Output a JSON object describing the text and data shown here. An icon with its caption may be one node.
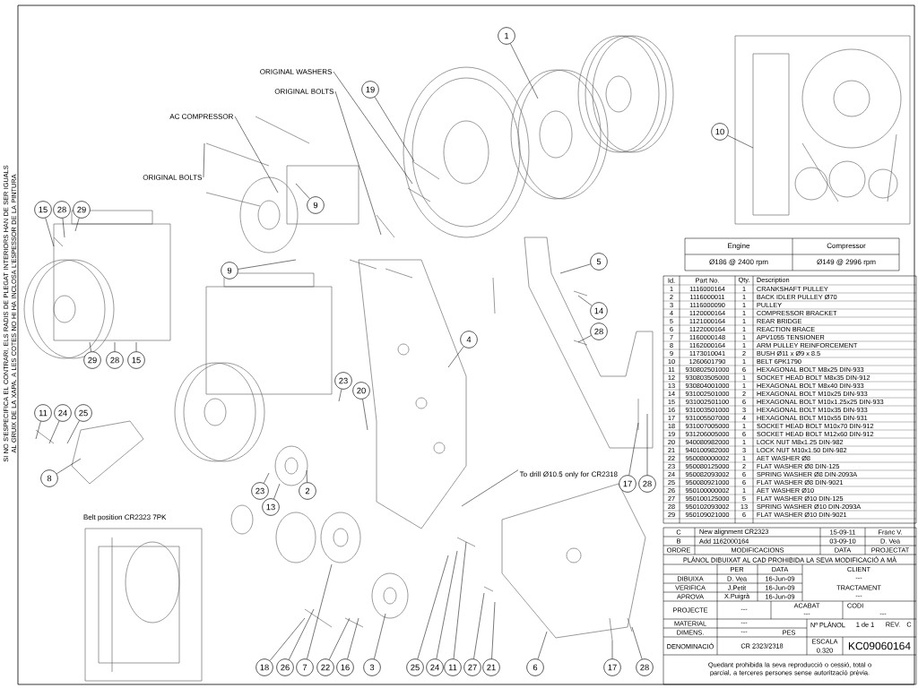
{
  "diagram": {
    "nodes": [
      {
        "text": [
          "1"
        ]
      },
      {
        "text": [
          "19"
        ]
      },
      {
        "text": [
          "10"
        ]
      },
      {
        "text": [
          "5"
        ]
      },
      {
        "text": [
          "9"
        ]
      },
      {
        "text": [
          "9"
        ]
      },
      {
        "text": [
          "15"
        ]
      },
      {
        "text": [
          "28"
        ]
      },
      {
        "text": [
          "29"
        ]
      },
      {
        "text": [
          "14"
        ]
      },
      {
        "text": [
          "28"
        ]
      },
      {
        "text": [
          "4"
        ]
      },
      {
        "text": [
          "29"
        ]
      },
      {
        "text": [
          "28"
        ]
      },
      {
        "text": [
          "15"
        ]
      },
      {
        "text": [
          "23"
        ]
      },
      {
        "text": [
          "20"
        ]
      },
      {
        "text": [
          "11"
        ]
      },
      {
        "text": [
          "24"
        ]
      },
      {
        "text": [
          "25"
        ]
      },
      {
        "text": [
          "8"
        ]
      },
      {
        "text": [
          "2"
        ]
      },
      {
        "text": [
          "13"
        ]
      },
      {
        "text": [
          "23"
        ]
      },
      {
        "text": [
          "17"
        ]
      },
      {
        "text": [
          "28"
        ]
      },
      {
        "text": [
          "18"
        ]
      },
      {
        "text": [
          "26"
        ]
      },
      {
        "text": [
          "7"
        ]
      },
      {
        "text": [
          "22"
        ]
      },
      {
        "text": [
          "16"
        ]
      },
      {
        "text": [
          "3"
        ]
      },
      {
        "text": [
          "25"
        ]
      },
      {
        "text": [
          "24"
        ]
      },
      {
        "text": [
          "11"
        ]
      },
      {
        "text": [
          "27"
        ]
      },
      {
        "text": [
          "21"
        ]
      },
      {
        "text": [
          "6"
        ]
      },
      {
        "text": [
          "17"
        ]
      },
      {
        "text": [
          "28"
        ]
      },
      {
        "text": [
          "ORIGINAL WASHERS"
        ]
      },
      {
        "text": [
          "ORIGINAL BOLTS"
        ]
      },
      {
        "text": [
          "AC COMPRESSOR"
        ]
      },
      {
        "text": [
          "ORIGINAL BOLTS"
        ]
      },
      {
        "text": [
          "To drill Ø10.5 only for CR2318"
        ]
      }
    ],
    "edges": [
      {
        "from": 0,
        "to": null,
        "arrow": "none"
      },
      {
        "from": 1,
        "to": null,
        "arrow": "none"
      },
      {
        "from": 2,
        "to": null,
        "arrow": "none"
      },
      {
        "from": 3,
        "to": null,
        "arrow": "none"
      },
      {
        "from": 4,
        "to": null,
        "arrow": "none"
      },
      {
        "from": 5,
        "to": null,
        "arrow": "none"
      },
      {
        "from": 6,
        "to": null,
        "arrow": "none"
      },
      {
        "from": 7,
        "to": null,
        "arrow": "none"
      },
      {
        "from": 8,
        "to": null,
        "arrow": "none"
      },
      {
        "from": 9,
        "to": null,
        "arrow": "none"
      },
      {
        "from": 10,
        "to": null,
        "arrow": "none"
      },
      {
        "from": 11,
        "to": null,
        "arrow": "none"
      },
      {
        "from": 12,
        "to": null,
        "arrow": "none"
      },
      {
        "from": 13,
        "to": null,
        "arrow": "none"
      },
      {
        "from": 14,
        "to": null,
        "arrow": "none"
      },
      {
        "from": 15,
        "to": null,
        "arrow": "none"
      },
      {
        "from": 16,
        "to": null,
        "arrow": "none"
      },
      {
        "from": 17,
        "to": null,
        "arrow": "none"
      },
      {
        "from": 18,
        "to": null,
        "arrow": "none"
      },
      {
        "from": 19,
        "to": null,
        "arrow": "none"
      },
      {
        "from": 20,
        "to": null,
        "arrow": "none"
      },
      {
        "from": 21,
        "to": null,
        "arrow": "none"
      },
      {
        "from": 22,
        "to": null,
        "arrow": "none"
      },
      {
        "from": 23,
        "to": null,
        "arrow": "none"
      },
      {
        "from": 24,
        "to": null,
        "arrow": "none"
      },
      {
        "from": 25,
        "to": null,
        "arrow": "none"
      },
      {
        "from": 26,
        "to": null,
        "arrow": "none"
      },
      {
        "from": 27,
        "to": null,
        "arrow": "none"
      },
      {
        "from": 28,
        "to": null,
        "arrow": "none"
      },
      {
        "from": 29,
        "to": null,
        "arrow": "none"
      },
      {
        "from": 30,
        "to": null,
        "arrow": "none"
      },
      {
        "from": 31,
        "to": null,
        "arrow": "none"
      },
      {
        "from": 32,
        "to": null,
        "arrow": "none"
      },
      {
        "from": 33,
        "to": null,
        "arrow": "none"
      },
      {
        "from": 34,
        "to": null,
        "arrow": "none"
      },
      {
        "from": 35,
        "to": null,
        "arrow": "none"
      },
      {
        "from": 36,
        "to": null,
        "arrow": "none"
      },
      {
        "from": 37,
        "to": null,
        "arrow": "none"
      },
      {
        "from": 38,
        "to": null,
        "arrow": "none"
      },
      {
        "from": 39,
        "to": null,
        "arrow": "none"
      },
      {
        "from": 40,
        "to": null,
        "arrow": "none"
      },
      {
        "from": 41,
        "to": null,
        "arrow": "none"
      },
      {
        "from": 42,
        "to": null,
        "arrow": "none"
      },
      {
        "from": 43,
        "to": null,
        "arrow": "none"
      },
      {
        "from": 44,
        "to": null,
        "arrow": "none"
      }
    ],
    "labels": [
      "Engine",
      "Compressor",
      "Ø186 @ 2400 rpm",
      "Ø149 @ 2996 rpm",
      "Id.",
      "Part No.",
      "Qty.",
      "Description",
      "1",
      "1116000164",
      "1",
      "CRANKSHAFT PULLEY",
      "2",
      "1116000011",
      "1",
      "BACK IDLER PULLEY Ø70",
      "3",
      "1116000090",
      "1",
      "PULLEY",
      "4",
      "1120000164",
      "1",
      "COMPRESSOR BRACKET",
      "5",
      "1121000164",
      "1",
      "REAR BRIDGE",
      "6",
      "1122000164",
      "1",
      "REACTION BRACE",
      "7",
      "1160000148",
      "1",
      "APV1055 TENSIONER",
      "8",
      "1162000164",
      "1",
      "ARM PULLEY REINFORCEMENT",
      "9",
      "1173010041",
      "2",
      "BUSH Ø11 x Ø9 x 8.5",
      "10",
      "1260601790",
      "1",
      "BELT 6PK1790",
      "11",
      "930802501000",
      "6",
      "HEXAGONAL BOLT M8x25 DIN-933",
      "12",
      "930803505000",
      "1",
      "SOCKET HEAD BOLT M8x35 DIN-912",
      "13",
      "930804001000",
      "1",
      "HEXAGONAL BOLT M8x40 DIN-933",
      "14",
      "931002501000",
      "2",
      "HEXAGONAL BOLT M10x25 DIN-933",
      "15",
      "931002501100",
      "6",
      "HEXAGONAL BOLT M10x1.25x25 DIN-933",
      "16",
      "931003501000",
      "3",
      "HEXAGONAL BOLT M10x35 DIN-933",
      "17",
      "931005507000",
      "4",
      "HEXAGONAL BOLT M10x55 DIN-931",
      "18",
      "931007005000",
      "1",
      "SOCKET HEAD BOLT M10x70 DIN-912",
      "19",
      "931206005000",
      "6",
      "SOCKET HEAD BOLT M12x60 DIN-912",
      "20",
      "940080982000",
      "1",
      "LOCK NUT M8x1.25 DIN-982",
      "21",
      "940100982000",
      "3",
      "LOCK NUT M10x1.50 DIN-982",
      "22",
      "950080000002",
      "1",
      "AET WASHER Ø8",
      "23",
      "950080125000",
      "2",
      "FLAT WASHER Ø8 DIN-125",
      "24",
      "950082093002",
      "6",
      "SPRING WASHER Ø8 DIN-2093A",
      "25",
      "950080921000",
      "6",
      "FLAT WASHER Ø8 DIN-9021",
      "26",
      "950100000002",
      "1",
      "AET WASHER Ø10",
      "27",
      "950100125000",
      "5",
      "FLAT WASHER Ø10 DIN-125",
      "28",
      "950102093002",
      "13",
      "SPRING WASHER Ø10 DIN-2093A",
      "29",
      "950109021000",
      "6",
      "FLAT WASHER Ø10 DIN-9021",
      "Belt position CR2323 7PK",
      "C",
      "New alignment CR2323",
      "15-09-11",
      "Franc V.",
      "B",
      "Add 1162000164",
      "03-09-10",
      "D. Vea",
      "ORDRE",
      "MODIFICACIONS",
      "DATA",
      "PROJECTAT",
      "PLÀNOL DIBUIXAT AL CAD PROHIBIDA LA SEVA MODIFICACIÓ A MÀ",
      "PER",
      "DATA",
      "CLIENT",
      "DIBUIXA",
      "D. Vea",
      "16-Jun-09",
      "---",
      "VERIFICA",
      "J.Petit",
      "16-Jun-09",
      "TRACTAMENT",
      "APROVA",
      "X.Puigrà",
      "16-Jun-09",
      "---",
      "PROJECTE",
      "---",
      "ACABAT",
      "---",
      "CODI",
      "---",
      "MATERIAL",
      "---",
      "DIMENS.",
      "---",
      "PES",
      "DENOMINACIÓ",
      "CR 2323/2318",
      "ESCALA",
      "0.320",
      "Nº PLÀNOL",
      "1 de 1",
      "REV.",
      "C",
      "KC09060164",
      "Quedant prohibida la seva reproducció o cessió, total o parcial, a terceres persones sense autorització prèvia.",
      "SI NO S'ESPECIFICA EL CONTRARI, ELS RADIS DE PLEGAT INTERIORS HAN DE SER IGUALS AL GRUIX DE LA XAPA. A LES COTES NO HI HA INCLOSA L'ESPESSOR DE LA PINTURA"
    ]
  }
}
